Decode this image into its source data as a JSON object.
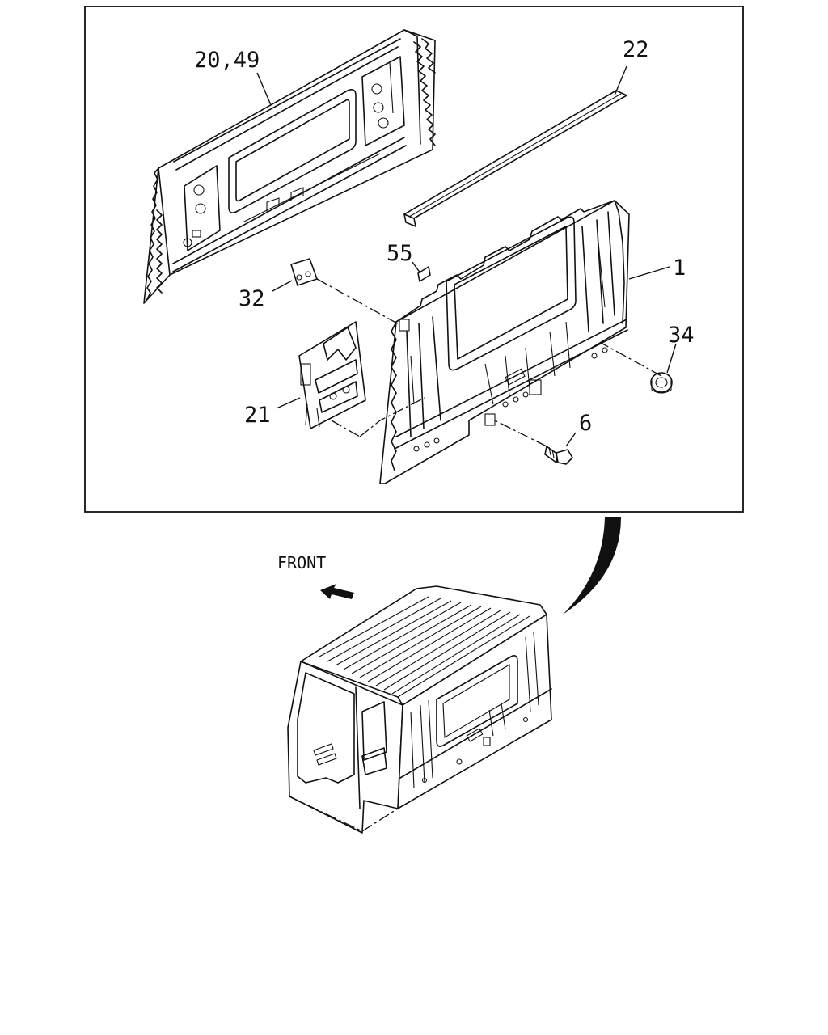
{
  "diagram": {
    "callouts": {
      "c_20_49": "20,49",
      "c_22": "22",
      "c_55": "55",
      "c_1": "1",
      "c_32": "32",
      "c_34": "34",
      "c_21": "21",
      "c_6": "6"
    },
    "front_label": "FRONT"
  }
}
